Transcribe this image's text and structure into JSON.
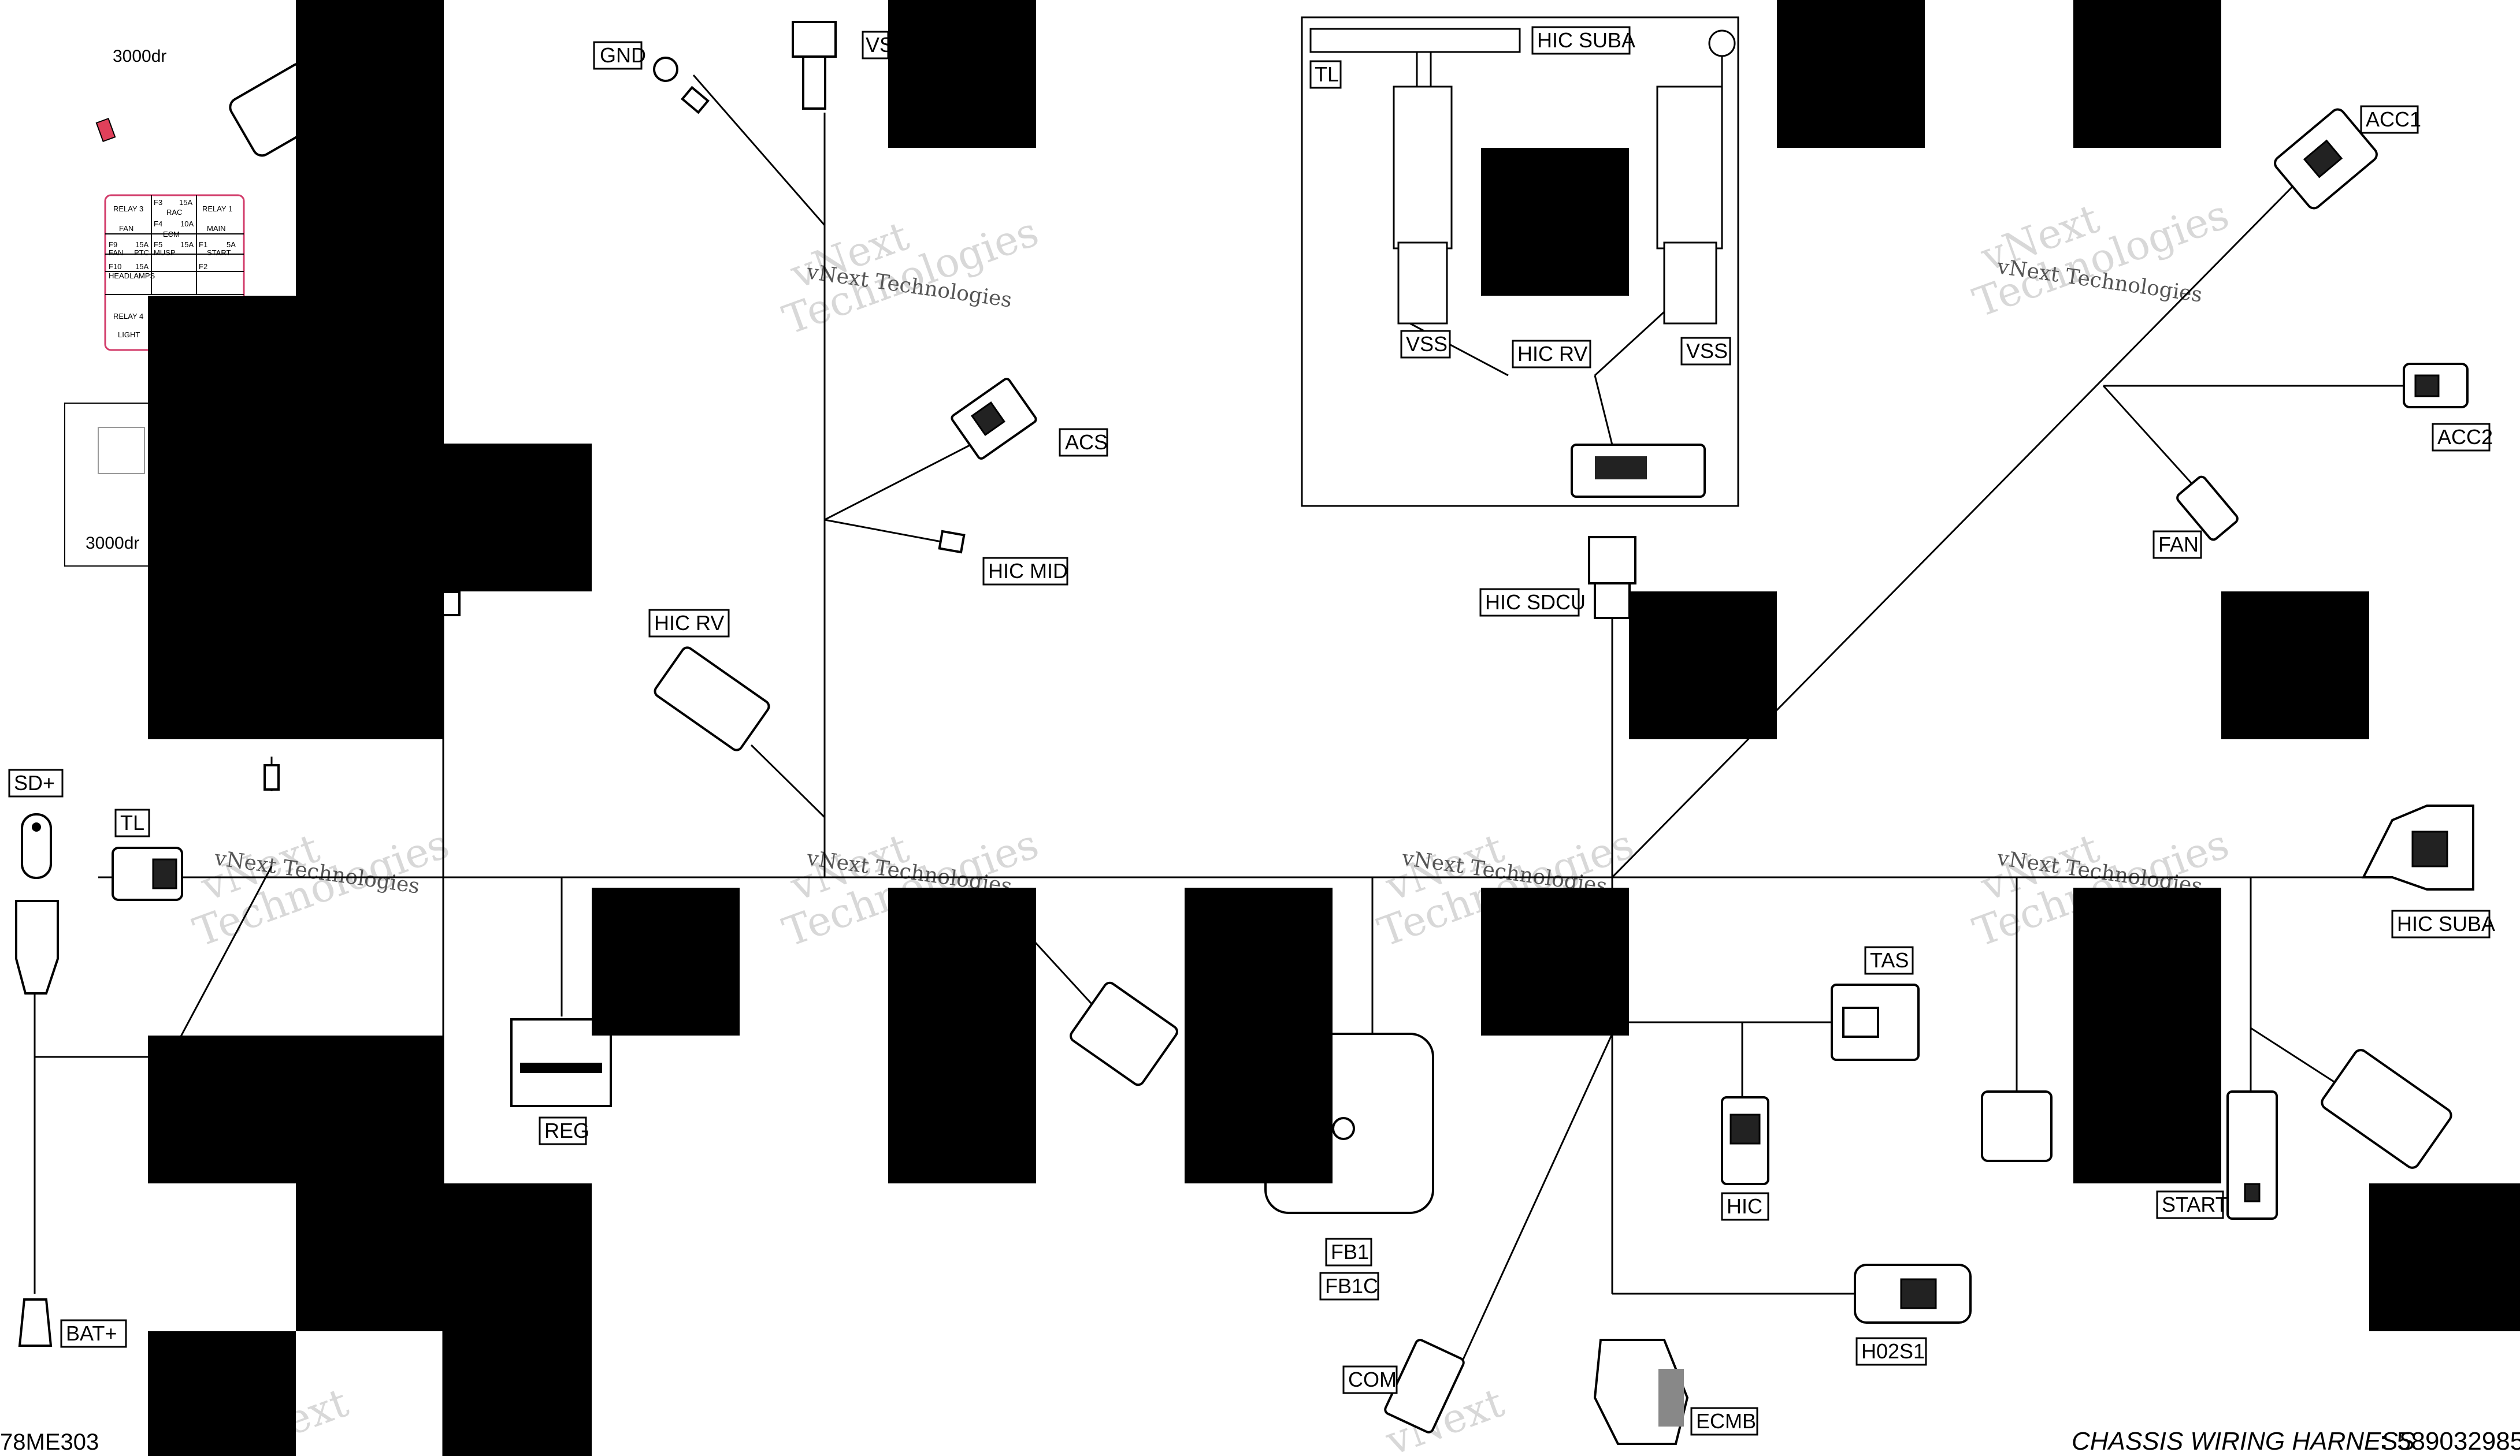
{
  "title": {
    "prefix": "CHASSIS WIRING HARNESS",
    "separator": ":",
    "part_number": "589032985"
  },
  "drawing_code": "78ME303",
  "watermark": {
    "line1": "vNext",
    "line2": "Technologies",
    "inline": "vNext Technologies"
  },
  "fuse_box": {
    "caption_top": "3000dr",
    "caption_bottom": "3000dr",
    "cells": [
      "RELAY 3",
      "F3",
      "15A",
      "RELAY 1",
      "FAN",
      "RAC",
      "MAIN",
      "F9",
      "15A",
      "F4",
      "10A",
      "F1",
      "5A",
      "FAN",
      "PTC",
      "ECM",
      "START",
      "F10",
      "15A",
      "F5",
      "15A",
      "F2",
      "HEADLAMPS",
      "MUSP",
      "RELAY 4",
      "LIGHT"
    ]
  },
  "connectors": {
    "gnd": "GND",
    "vss_top": "VSS",
    "acs": "ACS",
    "hic_mid": "HIC  MID",
    "hic_rv": "HIC  RV",
    "sd_plus": "SD+",
    "tl": "TL",
    "bat_plus": "BAT+",
    "reg": "REG",
    "fb1": "FB1",
    "fb1c": "FB1C",
    "com": "COM",
    "ecmb": "ECMB",
    "h02s1": "H02S1",
    "hic": "HIC",
    "tas": "TAS",
    "start": "START",
    "hic_suba": "HIC  SUBA",
    "acc1": "ACC1",
    "acc2": "ACC2",
    "fan": "FAN",
    "hic_sdcu": "HIC  SDCU"
  },
  "inset": {
    "hic_suba": "HIC  SUBA",
    "tl": "TL",
    "vss_left": "VSS",
    "vss_right": "VSS",
    "hic_rv": "HIC  RV"
  }
}
